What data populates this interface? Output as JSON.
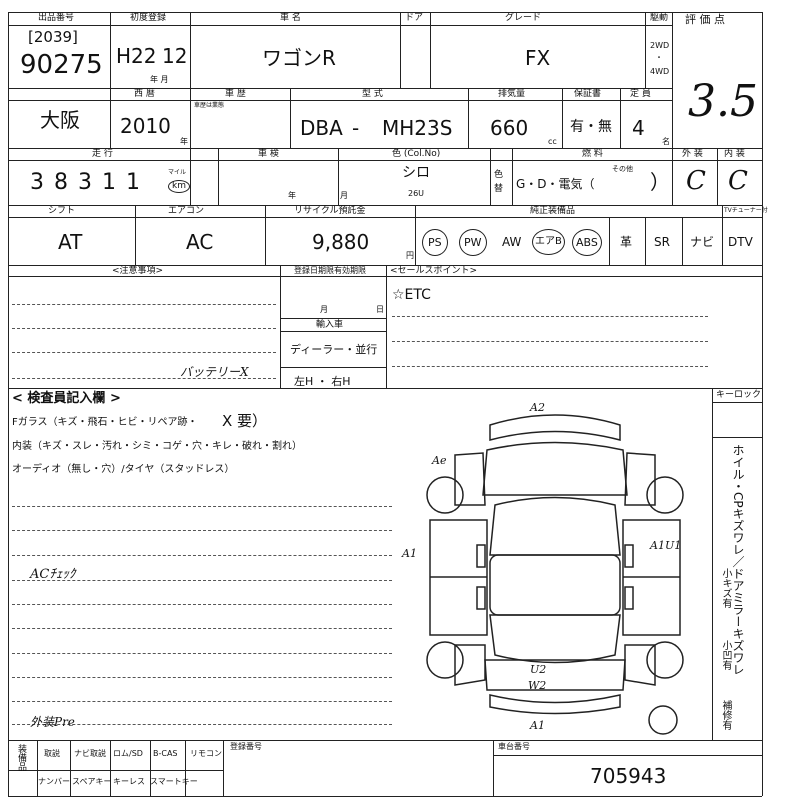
{
  "header": {
    "lot_label": "出品番号",
    "reg_label": "初度登録",
    "car_name_label": "車 名",
    "door_label": "ドア",
    "grade_label": "グレード",
    "drive_label": "駆動",
    "score_label": "評 価 点"
  },
  "lot": {
    "session": "[2039]",
    "number": "90275"
  },
  "registration": {
    "era": "H22",
    "month": "12",
    "unit": "年 月"
  },
  "car": {
    "name": "ワゴンR",
    "grade": "FX"
  },
  "drive": {
    "opt1": "2WD",
    "sep": "・",
    "opt2": "4WD"
  },
  "score": "3.5",
  "row2": {
    "location_label": "",
    "year_label": "西 暦",
    "inspection_label": "車 歴",
    "model_label": "型 式",
    "cc_label": "排気量",
    "warranty_label": "保証書",
    "seats_label": "定 員",
    "location": "大阪",
    "year": "2010",
    "year_unit": "年",
    "history_note": "車歴は業態",
    "model_prefix": "DBA",
    "model_dash": "-",
    "model": "MH23S",
    "cc": "660",
    "cc_unit": "cc",
    "warranty": "有・無",
    "seats": "4",
    "seats_unit": "名"
  },
  "row3": {
    "mileage_label": "走 行",
    "shaken_label": "車 検",
    "color_label": "色 (Col.No)",
    "fuel_label": "燃 料",
    "exterior_label": "外 装",
    "interior_label": "内 装",
    "mileage_digits": [
      "3",
      "8",
      "3",
      "1",
      "1"
    ],
    "mileage_unit_top": "マイル",
    "mileage_unit": "km",
    "shaken_year": "年",
    "shaken_month": "月",
    "color": "シロ",
    "color_no": "26U",
    "color_change_label": "色替",
    "fuel": "G・D・電気（",
    "fuel_other": "その他",
    "fuel_close": "）",
    "exterior": "C",
    "interior": "C"
  },
  "row4": {
    "shift_label": "シフト",
    "ac_label": "エアコン",
    "recycle_label": "リサイクル預託金",
    "equipment_label": "純正装備品",
    "tv_label": "TVチューナー付",
    "shift": "AT",
    "ac": "AC",
    "recycle": "9,880",
    "recycle_unit": "円",
    "equipment": [
      "PS",
      "PW",
      "AW",
      "エアB",
      "ABS",
      "革",
      "SR",
      "ナビ",
      "DTV"
    ]
  },
  "notes": {
    "caution_label": "<注意事項>",
    "expiry_label": "登録日期限有効期限",
    "sales_label": "<セールスポイント>",
    "expiry_month": "月",
    "expiry_day": "日",
    "import_label": "輸入車",
    "dealer": "ディーラー・並行",
    "steering": "左H ・ 右H",
    "sales_point": "☆ETC",
    "caution_hand": "バッテリーX"
  },
  "inspector": {
    "title": "< 検査員記入欄 >",
    "line1_pre": "Fガラス（キズ・飛石・ヒビ・リペア跡・",
    "line1_mark": "X 要）",
    "line2": "内装（キズ・スレ・汚れ・シミ・コゲ・穴・キレ・破れ・割れ）",
    "line3": "オーディオ（無し・穴）/タイヤ（スタッドレス）",
    "hand1": "ACﾁｪｯｸ",
    "hand2": "外装Pre"
  },
  "keylock_label": "キーロック",
  "side_text": "ホイル・CPキズワレ／ドアミラーキズワレ",
  "side_marks": [
    "小キズ有",
    "小凹有",
    "補修有"
  ],
  "diagram_marks": {
    "a2": "A2",
    "ae": "Ae",
    "a1_left": "A1",
    "a1_right": "A1U1",
    "u2": "U2",
    "w2": "W2",
    "a1_bottom": "A1"
  },
  "bottom": {
    "equip_label": "装備品",
    "cols": [
      "取説",
      "ナビ取説",
      "ロム/SD",
      "B-CAS",
      "リモコン"
    ],
    "cols2": [
      "ナンバー",
      "スペアキー",
      "キーレス",
      "スマートキー"
    ],
    "reg_no_label": "登録番号",
    "chassis_label": "車台番号",
    "chassis": "705943"
  }
}
